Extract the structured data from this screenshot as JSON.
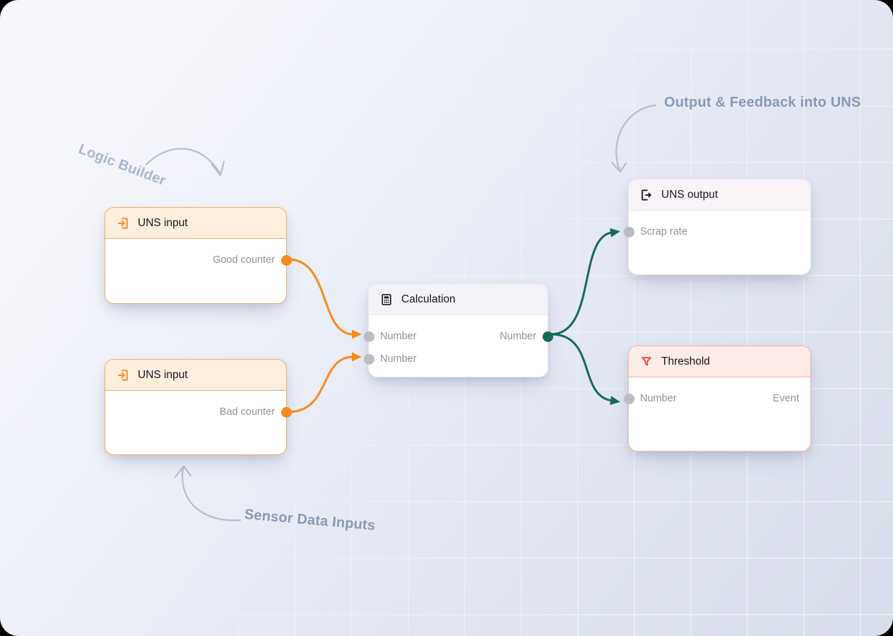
{
  "colors": {
    "orange": "#f68b1e",
    "teal": "#17695c",
    "red": "#f0452e",
    "gray-port": "#b9bcc4",
    "annotation": "#8799b6",
    "annotation-light": "#a9b6cd",
    "arrow-gray": "#b7bdca"
  },
  "nodes": {
    "uns_input_1": {
      "title": "UNS input",
      "ports": {
        "out1": "Good counter"
      }
    },
    "uns_input_2": {
      "title": "UNS input",
      "ports": {
        "out1": "Bad counter"
      }
    },
    "calculation": {
      "title": "Calculation",
      "ports": {
        "in1": "Number",
        "in2": "Number",
        "out1": "Number"
      }
    },
    "uns_output": {
      "title": "UNS output",
      "ports": {
        "in1": "Scrap rate"
      }
    },
    "threshold": {
      "title": "Threshold",
      "ports": {
        "in1": "Number",
        "out1": "Event"
      }
    }
  },
  "annotations": {
    "logic_builder": "Logic Builder",
    "output_feedback": "Output & Feedback into UNS",
    "sensor_inputs": "Sensor Data Inputs"
  }
}
